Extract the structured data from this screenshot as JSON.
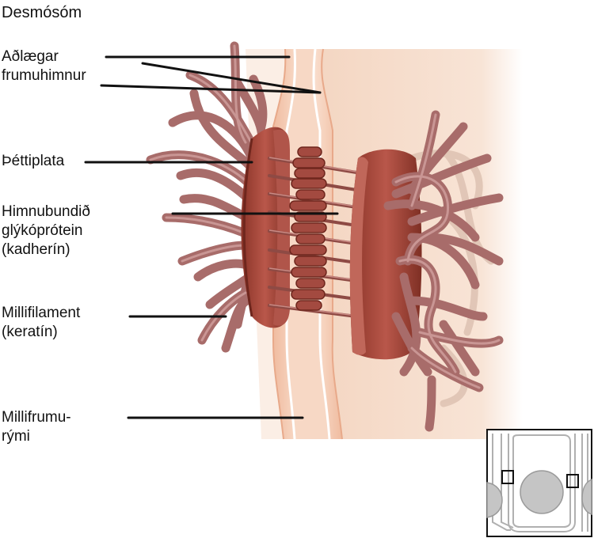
{
  "title": "Desmósóm",
  "labels": {
    "membranes": [
      "Aðlægar",
      "frumuhimnur"
    ],
    "plaque": [
      "Þéttiplata"
    ],
    "cadherin": [
      "Himnubundið",
      "glýkóprótein",
      "(kadherín)"
    ],
    "filament": [
      "Millifilament",
      "(keratín)"
    ],
    "space": [
      "Millifrumu-",
      "rými"
    ]
  },
  "colors": {
    "cell": "#f6ddcb",
    "membrane": "#f2c4a8",
    "plaque": "#a44a3d",
    "plaque_dark": "#7e2f24",
    "fiber": "#b87a78",
    "fiber_light": "#d8a8a6",
    "leader": "#111111"
  }
}
